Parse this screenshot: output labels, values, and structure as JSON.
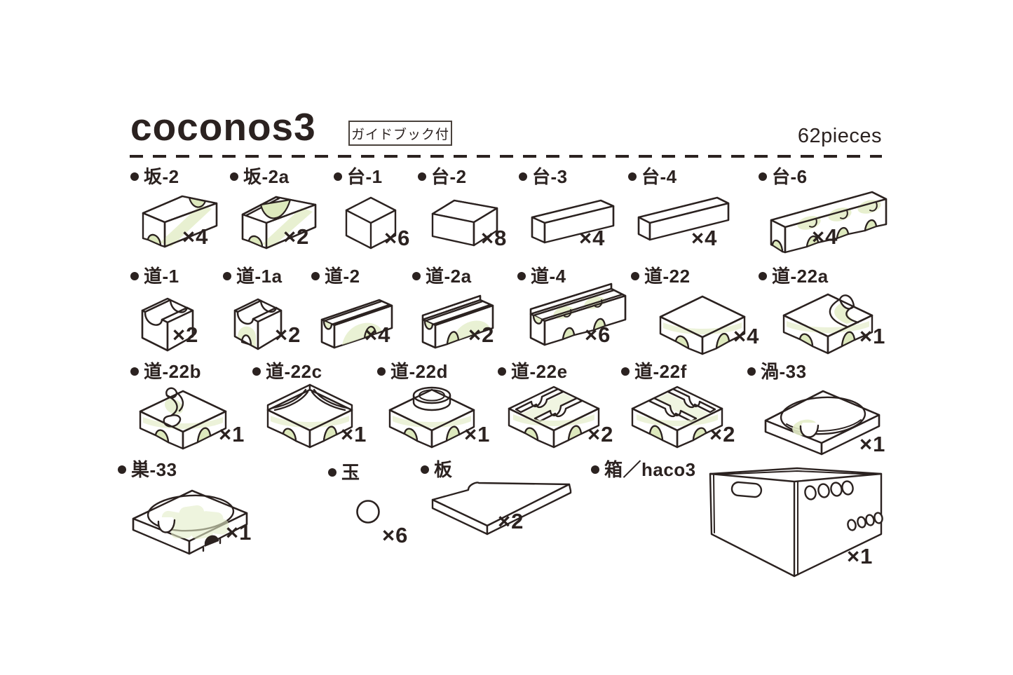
{
  "header": {
    "title": "coconos3",
    "badge": "ガイドブック付",
    "piece_total": "62pieces"
  },
  "colors": {
    "ink": "#2b2220",
    "accent_green": "#e4edc9"
  },
  "icons": {
    "bullet": "filled-circle"
  },
  "pieces": [
    {
      "id": "saka-2",
      "label": "坂-2",
      "count": "×4"
    },
    {
      "id": "saka-2a",
      "label": "坂-2a",
      "count": "×2"
    },
    {
      "id": "dai-1",
      "label": "台-1",
      "count": "×6"
    },
    {
      "id": "dai-2",
      "label": "台-2",
      "count": "×8"
    },
    {
      "id": "dai-3",
      "label": "台-3",
      "count": "×4"
    },
    {
      "id": "dai-4",
      "label": "台-4",
      "count": "×4"
    },
    {
      "id": "dai-6",
      "label": "台-6",
      "count": "×4"
    },
    {
      "id": "michi-1",
      "label": "道-1",
      "count": "×2"
    },
    {
      "id": "michi-1a",
      "label": "道-1a",
      "count": "×2"
    },
    {
      "id": "michi-2",
      "label": "道-2",
      "count": "×4"
    },
    {
      "id": "michi-2a",
      "label": "道-2a",
      "count": "×2"
    },
    {
      "id": "michi-4",
      "label": "道-4",
      "count": "×6"
    },
    {
      "id": "michi-22",
      "label": "道-22",
      "count": "×4"
    },
    {
      "id": "michi-22a",
      "label": "道-22a",
      "count": "×1"
    },
    {
      "id": "michi-22b",
      "label": "道-22b",
      "count": "×1"
    },
    {
      "id": "michi-22c",
      "label": "道-22c",
      "count": "×1"
    },
    {
      "id": "michi-22d",
      "label": "道-22d",
      "count": "×1"
    },
    {
      "id": "michi-22e",
      "label": "道-22e",
      "count": "×2"
    },
    {
      "id": "michi-22f",
      "label": "道-22f",
      "count": "×2"
    },
    {
      "id": "uzu-33",
      "label": "渦-33",
      "count": "×1"
    },
    {
      "id": "su-33",
      "label": "巣-33",
      "count": "×1"
    },
    {
      "id": "tama",
      "label": "玉",
      "count": "×6"
    },
    {
      "id": "ita",
      "label": "板",
      "count": "×2"
    },
    {
      "id": "haco",
      "label": "箱／haco3",
      "count": "×1"
    }
  ]
}
